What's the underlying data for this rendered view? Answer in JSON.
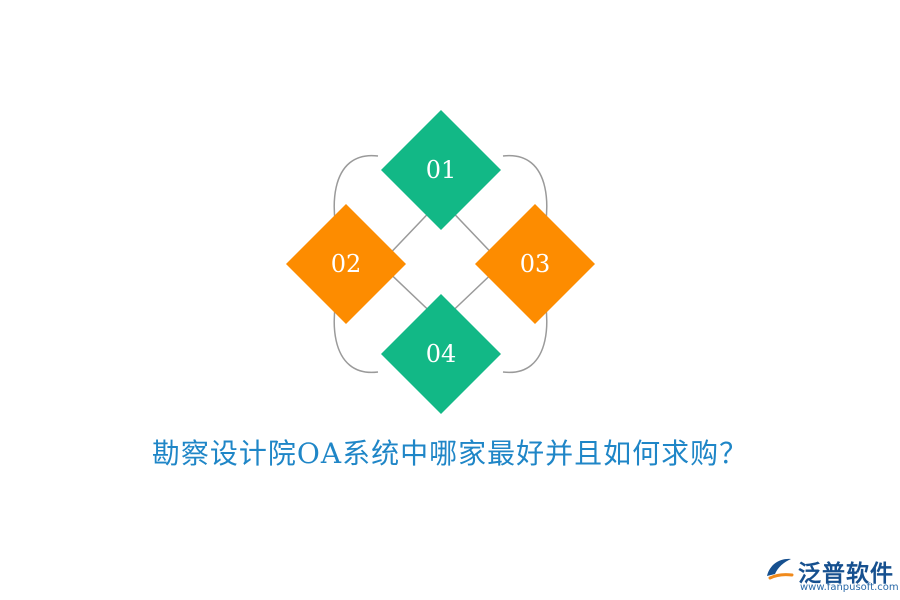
{
  "diagram": {
    "items": [
      {
        "label": "01",
        "color": "#12b886"
      },
      {
        "label": "02",
        "color": "#fd8c00"
      },
      {
        "label": "03",
        "color": "#fd8c00"
      },
      {
        "label": "04",
        "color": "#12b886"
      }
    ],
    "connector_color": "#9a9a9a"
  },
  "title": "勘察设计院OA系统中哪家最好并且如何求购？",
  "logo": {
    "name": "泛普软件",
    "url": "www.fanpusoft.com"
  }
}
